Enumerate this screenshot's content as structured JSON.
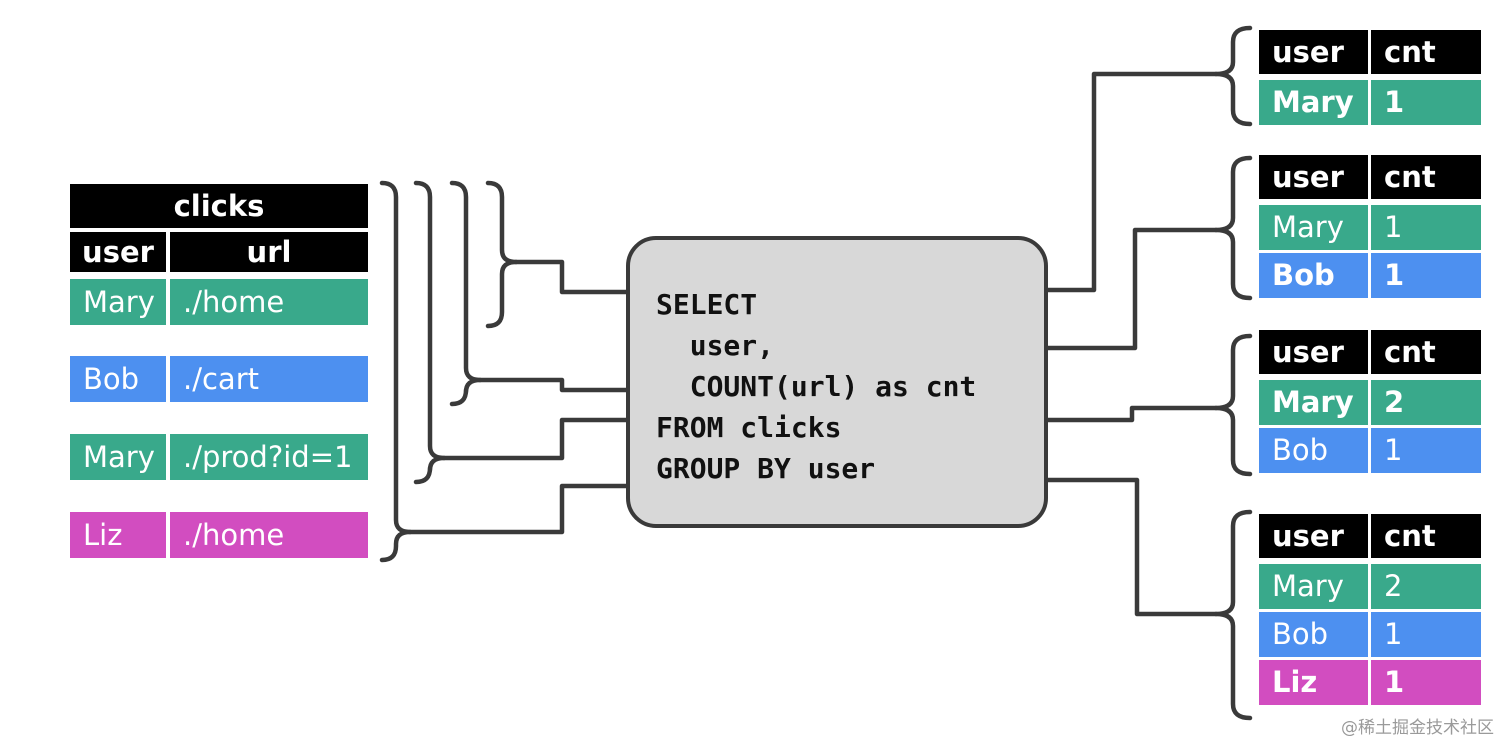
{
  "colors": {
    "green": "#39a98b",
    "blue": "#4d90f0",
    "magenta": "#d24dc0",
    "header": "#000000",
    "wire": "#3a3a3a",
    "query_bg": "#d8d8d8"
  },
  "input_table": {
    "title": "clicks",
    "columns": [
      "user",
      "url"
    ],
    "rows": [
      {
        "user": "Mary",
        "url": "./home",
        "color": "green"
      },
      {
        "user": "Bob",
        "url": "./cart",
        "color": "blue"
      },
      {
        "user": "Mary",
        "url": "./prod?id=1",
        "color": "green"
      },
      {
        "user": "Liz",
        "url": "./home",
        "color": "magenta"
      }
    ]
  },
  "query": "SELECT\n  user,\n  COUNT(url) as cnt\nFROM clicks\nGROUP BY user",
  "result_tables": [
    {
      "columns": [
        "user",
        "cnt"
      ],
      "rows": [
        {
          "user": "Mary",
          "cnt": "1",
          "color": "green",
          "bold": true
        }
      ]
    },
    {
      "columns": [
        "user",
        "cnt"
      ],
      "rows": [
        {
          "user": "Mary",
          "cnt": "1",
          "color": "green",
          "bold": false
        },
        {
          "user": "Bob",
          "cnt": "1",
          "color": "blue",
          "bold": true
        }
      ]
    },
    {
      "columns": [
        "user",
        "cnt"
      ],
      "rows": [
        {
          "user": "Mary",
          "cnt": "2",
          "color": "green",
          "bold": true
        },
        {
          "user": "Bob",
          "cnt": "1",
          "color": "blue",
          "bold": false
        }
      ]
    },
    {
      "columns": [
        "user",
        "cnt"
      ],
      "rows": [
        {
          "user": "Mary",
          "cnt": "2",
          "color": "green",
          "bold": false
        },
        {
          "user": "Bob",
          "cnt": "1",
          "color": "blue",
          "bold": false
        },
        {
          "user": "Liz",
          "cnt": "1",
          "color": "magenta",
          "bold": true
        }
      ]
    }
  ],
  "watermark": "@稀土掘金技术社区"
}
